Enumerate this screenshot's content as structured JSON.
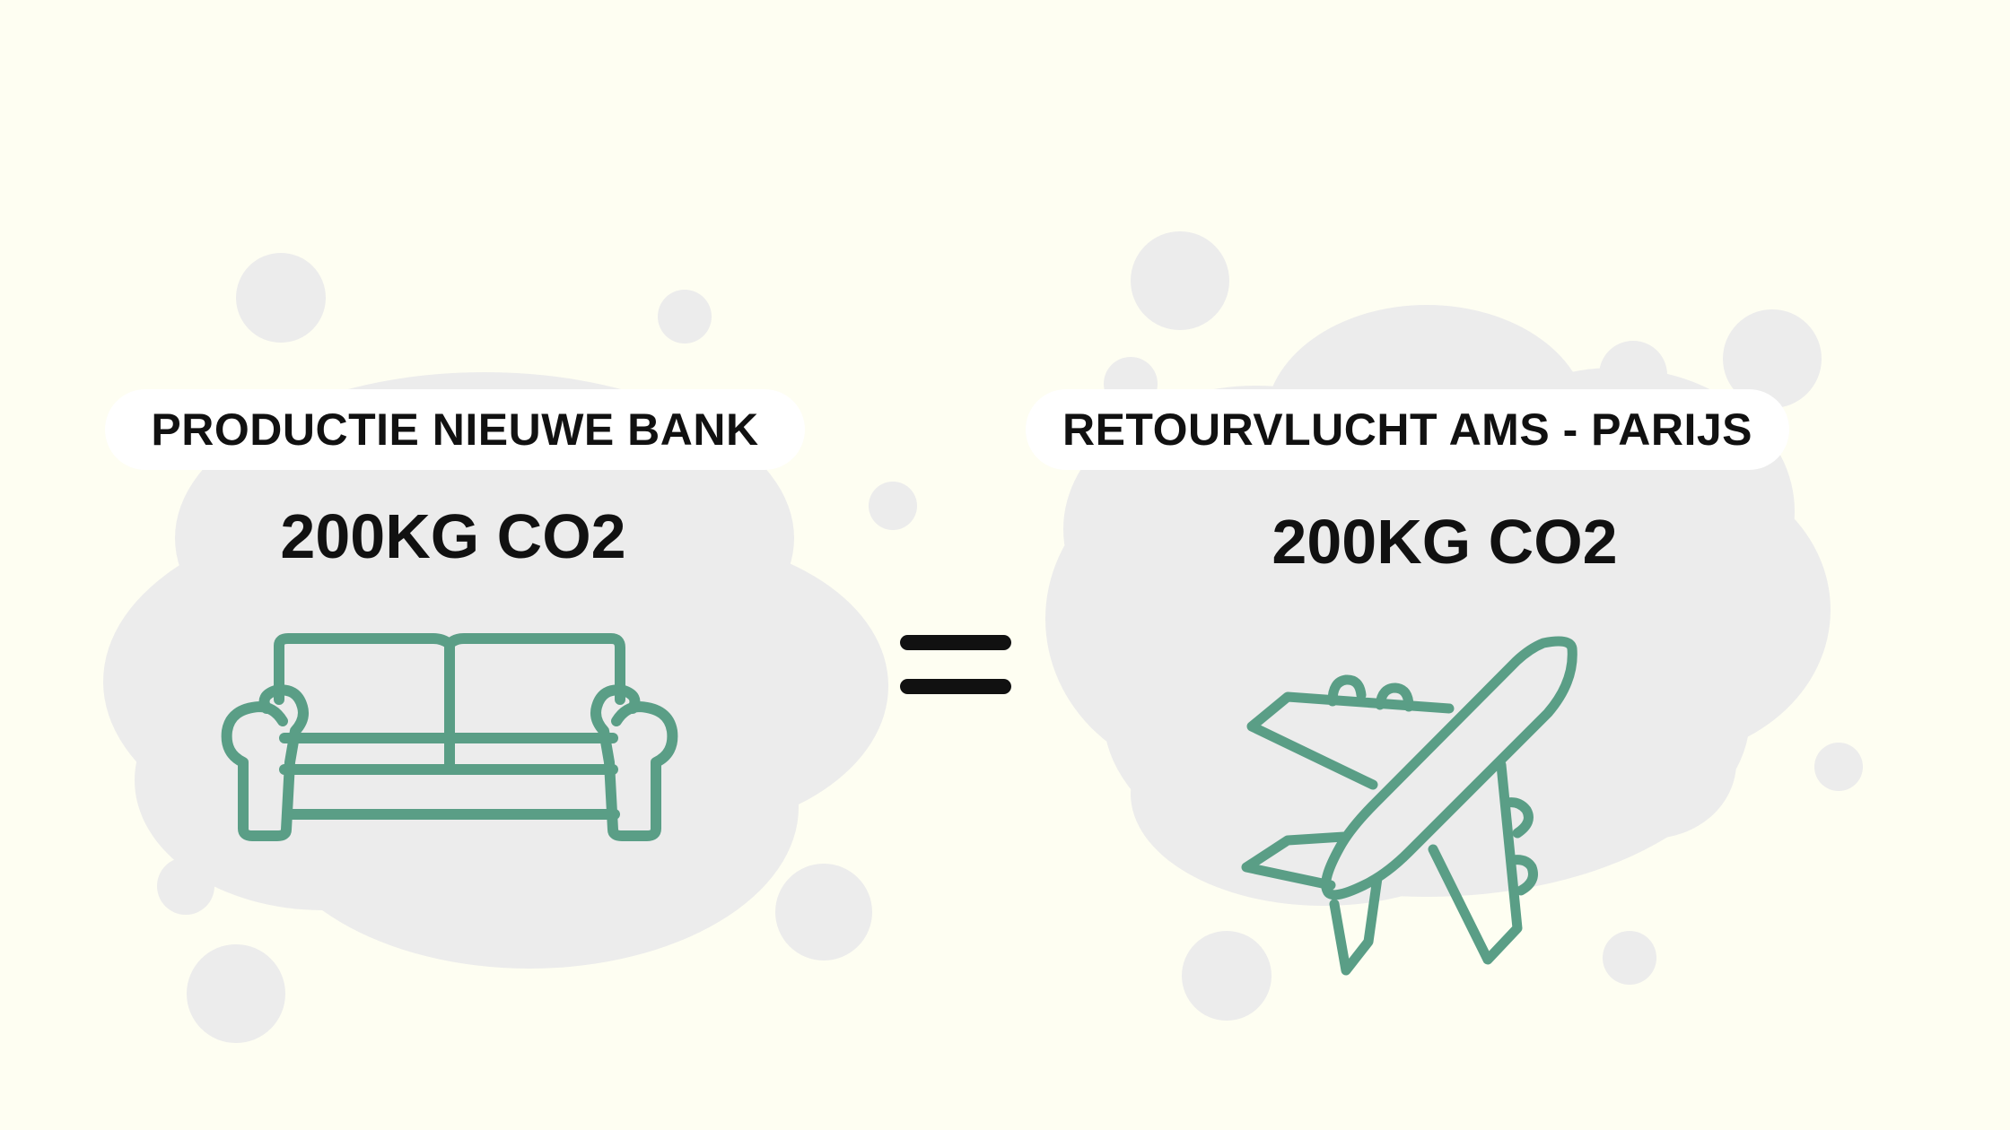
{
  "colors": {
    "background": "#fefef2",
    "cloud": "#ececec",
    "icon_stroke": "#5a9e86",
    "text": "#111111",
    "pill": "#ffffff"
  },
  "left": {
    "label": "PRODUCTIE NIEUWE BANK",
    "value": "200KG CO2",
    "icon": "sofa-icon"
  },
  "equals": {
    "icon": "equals-sign"
  },
  "right": {
    "label": "RETOURVLUCHT AMS - PARIJS",
    "value": "200KG CO2",
    "icon": "airplane-icon"
  }
}
